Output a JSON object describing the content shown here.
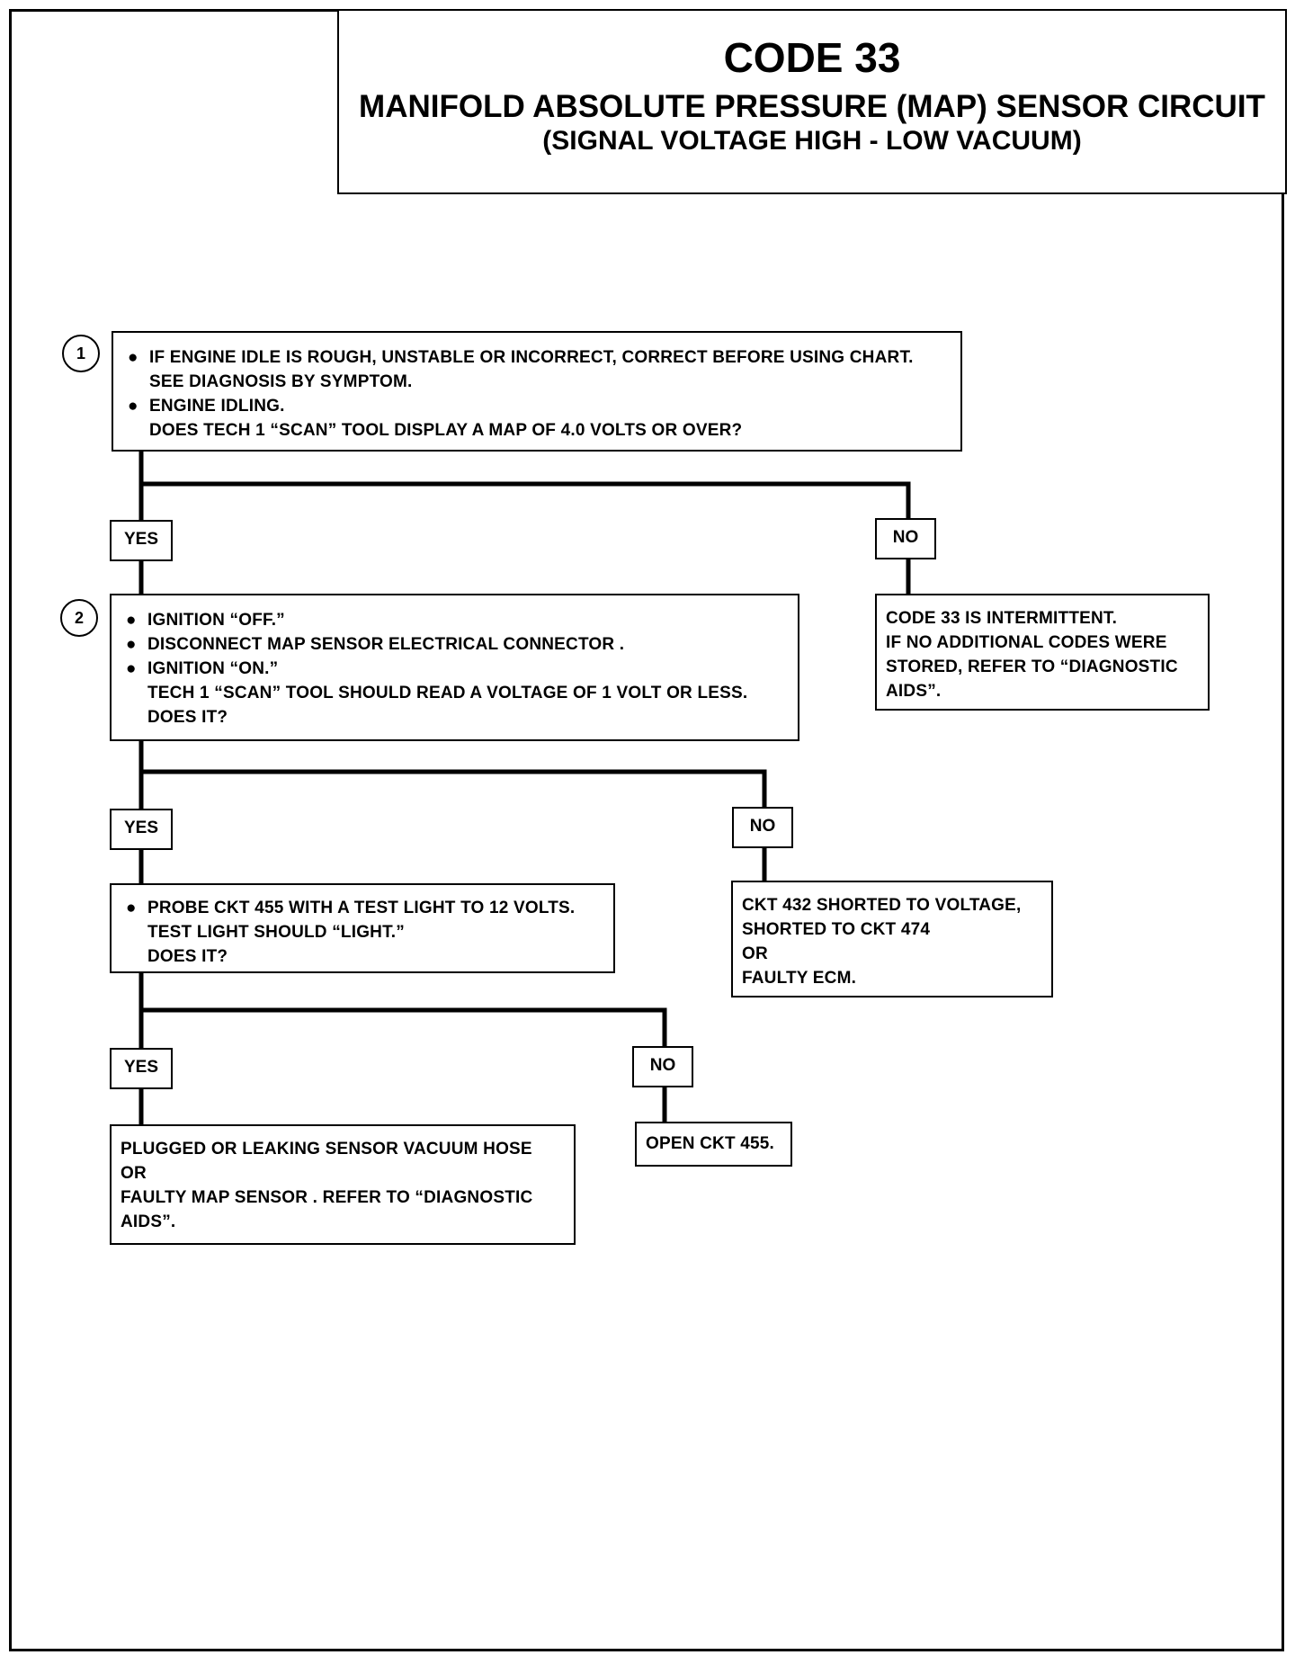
{
  "header": {
    "code": "CODE 33",
    "title": "MANIFOLD ABSOLUTE PRESSURE (MAP) SENSOR CIRCUIT",
    "subtitle": "(SIGNAL VOLTAGE HIGH - LOW VACUUM)"
  },
  "steps": {
    "one": "1",
    "two": "2"
  },
  "box1": {
    "bullet1": "IF ENGINE IDLE IS ROUGH, UNSTABLE OR INCORRECT, CORRECT BEFORE USING CHART.",
    "bullet1_cont": "SEE DIAGNOSIS BY SYMPTOM.",
    "bullet2": "ENGINE IDLING.",
    "bullet2_cont": "DOES TECH 1 “SCAN” TOOL DISPLAY A MAP OF 4.0 VOLTS OR OVER?"
  },
  "box2": {
    "bullet1": "IGNITION “OFF.”",
    "bullet2": "DISCONNECT MAP SENSOR ELECTRICAL CONNECTOR .",
    "bullet3": "IGNITION “ON.”",
    "bullet3_cont1": "TECH 1 “SCAN” TOOL SHOULD READ A VOLTAGE OF 1 VOLT OR LESS.",
    "bullet3_cont2": "DOES IT?"
  },
  "box3": {
    "bullet1": "PROBE CKT 455 WITH A TEST LIGHT TO 12 VOLTS.",
    "cont1": "TEST LIGHT SHOULD “LIGHT.”",
    "cont2": "DOES IT?"
  },
  "result_intermittent": {
    "line1": "CODE 33 IS INTERMITTENT.",
    "line2": "IF NO ADDITIONAL CODES WERE",
    "line3": "STORED, REFER TO “DIAGNOSTIC",
    "line4": "AIDS”."
  },
  "result_ckt432": {
    "line1": "CKT 432 SHORTED TO VOLTAGE,",
    "line2": "SHORTED TO CKT 474",
    "line3": "OR",
    "line4": "FAULTY ECM."
  },
  "result_sensor": {
    "line1": "PLUGGED OR LEAKING SENSOR  VACUUM HOSE",
    "line2": "OR",
    "line3": "FAULTY MAP SENSOR .  REFER TO “DIAGNOSTIC",
    "line4": "AIDS”."
  },
  "result_open": {
    "line1": "OPEN CKT 455."
  },
  "labels": {
    "yes": "YES",
    "no": "NO",
    "bullet": "●"
  }
}
